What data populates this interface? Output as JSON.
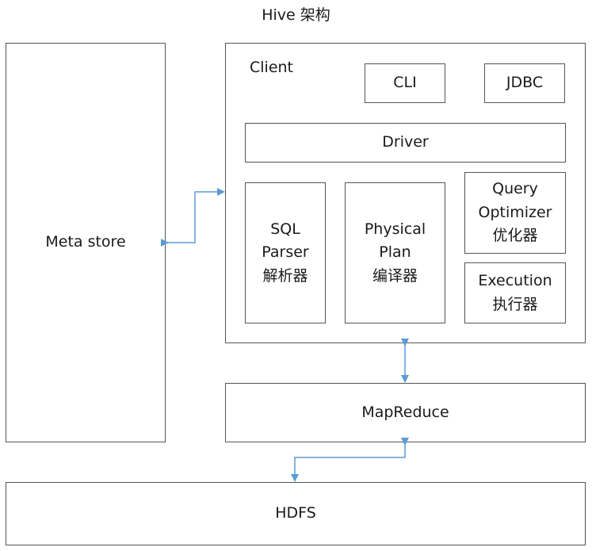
{
  "title": "Hive 架构",
  "metastore": {
    "label": "Meta store"
  },
  "client": {
    "label": "Client",
    "cli": "CLI",
    "jdbc": "JDBC",
    "driver": "Driver",
    "sql_parser": [
      "SQL",
      "Parser",
      "解析器"
    ],
    "physical_plan": [
      "Physical",
      "Plan",
      "编译器"
    ],
    "query_optimizer": [
      "Query",
      "Optimizer",
      "优化器"
    ],
    "execution": [
      "Execution",
      "执行器"
    ]
  },
  "mapreduce": {
    "label": "MapReduce"
  },
  "hdfs": {
    "label": "HDFS"
  },
  "colors": {
    "border": "#555555",
    "arrow": "#5b9bd5"
  }
}
